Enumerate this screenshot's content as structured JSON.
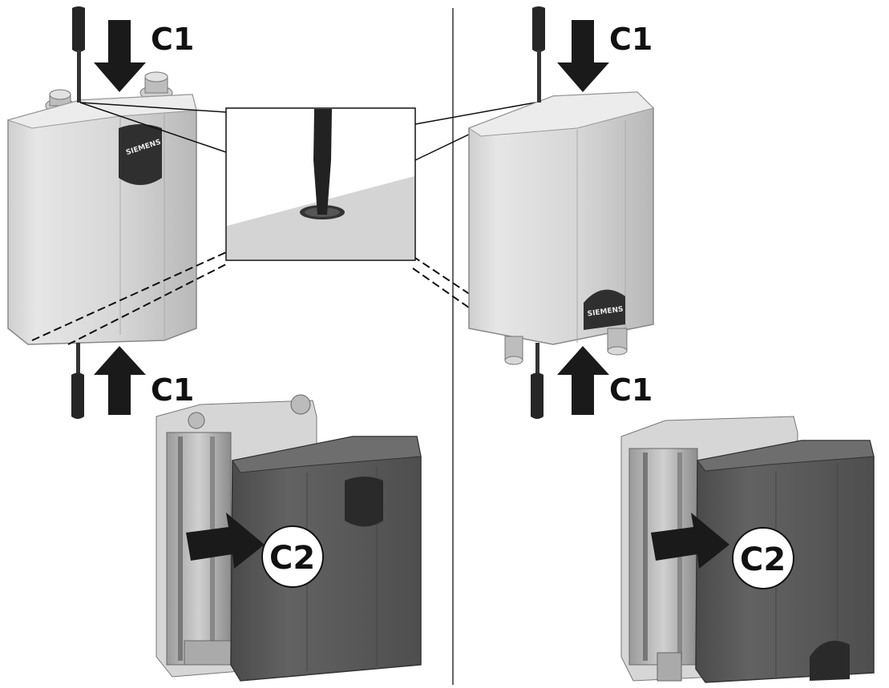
{
  "diagram": {
    "panels": [
      {
        "id": "left",
        "unit_orientation": "connections-top",
        "labels": {
          "top": "C1",
          "bottom": "C1",
          "remove": "C2"
        },
        "brand": "SIEMENS"
      },
      {
        "id": "right",
        "unit_orientation": "connections-bottom",
        "labels": {
          "top": "C1",
          "bottom": "C1",
          "remove": "C2"
        },
        "brand": "SIEMENS"
      }
    ],
    "colors": {
      "unit_light": "#d9d9d9",
      "unit_shade": "#bdbdbd",
      "cover_dark": "#5a5a5a",
      "arrow": "#1a1a1a",
      "screwdriver": "#222222",
      "divider": "#333333"
    },
    "icons": {
      "push_arrow": "arrow-down-icon",
      "pull_arrow": "arrow-right-icon",
      "tool": "screwdriver-icon"
    }
  }
}
